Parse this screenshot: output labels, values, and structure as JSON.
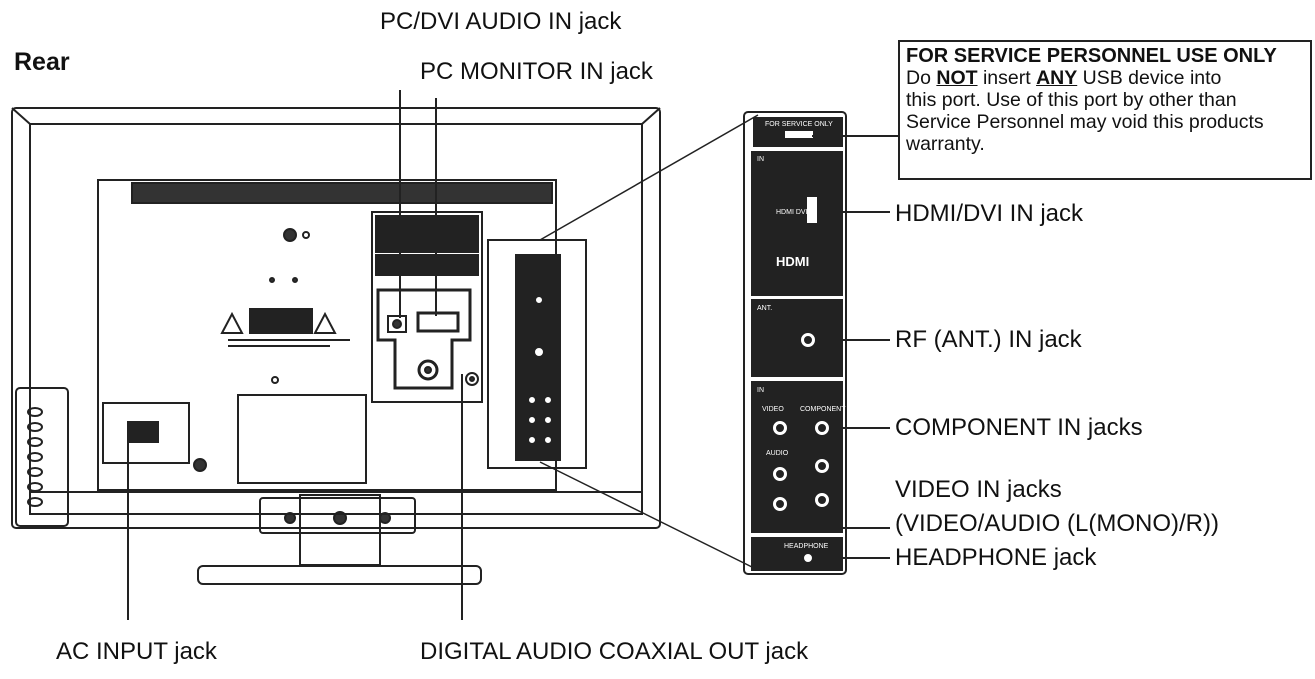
{
  "figure": {
    "title": "Rear"
  },
  "callouts": {
    "pc_dvi_audio_in": "PC/DVI AUDIO IN jack",
    "pc_monitor_in": "PC MONITOR IN jack",
    "hdmi_dvi_in": "HDMI/DVI IN jack",
    "rf_ant_in": "RF (ANT.) IN jack",
    "component_in": "COMPONENT IN jacks",
    "video_in_line1": "VIDEO IN jacks",
    "video_in_line2": "(VIDEO/AUDIO (L(MONO)/R))",
    "headphone": "HEADPHONE jack",
    "ac_input": "AC INPUT jack",
    "digital_audio_out": "DIGITAL AUDIO COAXIAL OUT jack"
  },
  "service_note": {
    "heading": "FOR SERVICE PERSONNEL USE ONLY",
    "line1_pre": "Do ",
    "line1_not": "NOT",
    "line1_mid": " insert ",
    "line1_any": "ANY",
    "line1_post": " USB device into",
    "line2": "this port. Use of this port by other than",
    "line3": "Service Personnel may void this products",
    "line4": "warranty."
  },
  "panel_markings": {
    "service_only": "FOR SERVICE ONLY",
    "in_top": "IN",
    "hdmi_small": "HDMI DVI",
    "hdmi_logo": "HDMI",
    "ant": "ANT.",
    "in_bottom": "IN",
    "video": "VIDEO",
    "component": "COMPONENT",
    "audio": "AUDIO",
    "headphone_small": "HEADPHONE"
  }
}
